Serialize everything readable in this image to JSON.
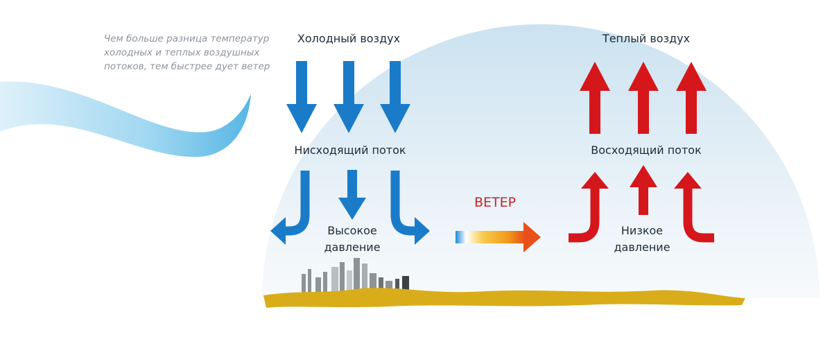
{
  "note": "Чем больше разница температур холодных и теплых воздушных потоков, тем быстрее дует ветер",
  "cold": {
    "title": "Холодный воздух",
    "flow": "Нисходящий поток",
    "pressure_line1": "Высокое",
    "pressure_line2": "давление"
  },
  "warm": {
    "title": "Теплый воздух",
    "flow": "Восходящий поток",
    "pressure_line1": "Низкое",
    "pressure_line2": "давление"
  },
  "wind_label": "ВЕТЕР",
  "colors": {
    "cold": "#1a7bc9",
    "warm": "#d5171c",
    "ground": "#d9ad1a",
    "dome_top": "#cfe4f1",
    "wind_text": "#c0262a"
  }
}
